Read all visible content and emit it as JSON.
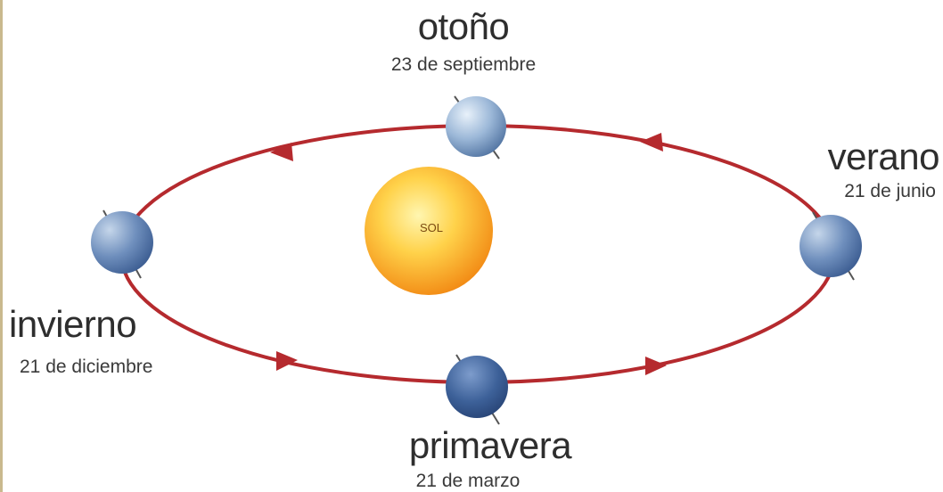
{
  "sun": {
    "label": "SOL"
  },
  "seasons": {
    "autumn": {
      "name": "otoño",
      "date": "23 de septiembre"
    },
    "summer": {
      "name": "verano",
      "date": "21 de junio"
    },
    "winter": {
      "name": "invierno",
      "date": "21 de diciembre"
    },
    "spring": {
      "name": "primavera",
      "date": "21 de marzo"
    }
  },
  "colors": {
    "orbit": "#b52a2e",
    "sun_core": "#fff3a0",
    "sun_edge": "#f59a1a",
    "earth_light": "#dbe8f5",
    "earth_dark": "#2d4f86"
  }
}
